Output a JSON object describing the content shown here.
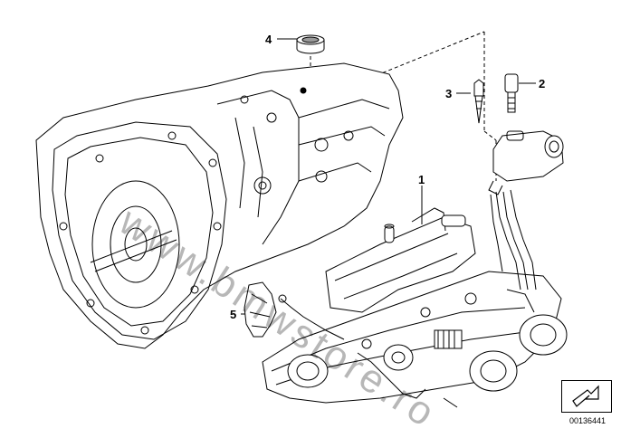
{
  "callouts": {
    "c1": "1",
    "c2": "2",
    "c3": "3",
    "c4": "4",
    "c5": "5"
  },
  "watermark": "www.bmwstore.ro",
  "reference": "00136441",
  "icons": {
    "nav": "arrow-nav-icon"
  }
}
